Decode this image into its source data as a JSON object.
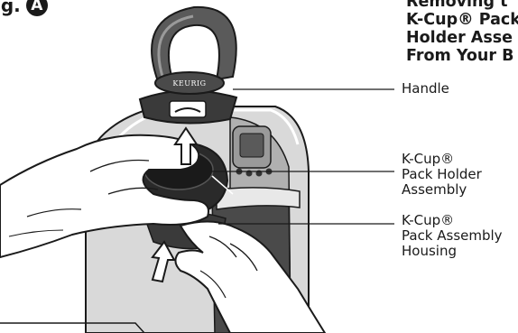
{
  "figure": {
    "prefix": "ig.",
    "letter": "A"
  },
  "title": {
    "line1": "Removing t",
    "line2": "K-Cup® Pack",
    "line3": "Holder Asse",
    "line4": "From Your B"
  },
  "brand_text": "KEURIG",
  "callouts": {
    "handle": {
      "label": "Handle"
    },
    "holder": {
      "line1": "K-Cup®",
      "line2": "Pack Holder",
      "line3": "Assembly"
    },
    "housing": {
      "line1": "K-Cup®",
      "line2": "Pack Assembly",
      "line3": "Housing"
    }
  },
  "colors": {
    "ink": "#1a1a1a",
    "dark_gray": "#3a3a3a",
    "mid_gray": "#8c8c8c",
    "light_gray": "#c8c8c8",
    "skin": "#ffffff"
  }
}
